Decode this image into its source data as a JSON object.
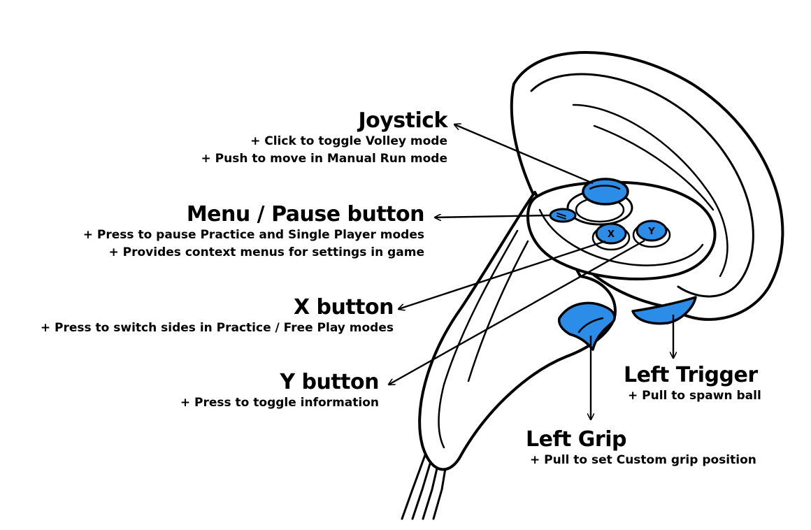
{
  "colors": {
    "accent": "#2b8de8",
    "outline": "#000000",
    "background": "#ffffff"
  },
  "labels": {
    "joystick": {
      "title": "Joystick",
      "lines": [
        "+ Click to toggle Volley mode",
        "+ Push to move in Manual Run mode"
      ]
    },
    "menu": {
      "title": "Menu / Pause button",
      "lines": [
        "+ Press to pause Practice and Single Player modes",
        "+ Provides context menus for settings in game"
      ]
    },
    "x_button": {
      "title": "X button",
      "lines": [
        "+ Press to switch sides in Practice / Free Play modes"
      ]
    },
    "y_button": {
      "title": "Y button",
      "lines": [
        "+ Press to toggle information"
      ]
    },
    "left_trigger": {
      "title": "Left Trigger",
      "lines": [
        "+ Pull to spawn ball"
      ]
    },
    "left_grip": {
      "title": "Left Grip",
      "lines": [
        "+ Pull to set Custom grip position"
      ]
    }
  },
  "glyphs": {
    "x_button": "X",
    "y_button": "Y"
  }
}
